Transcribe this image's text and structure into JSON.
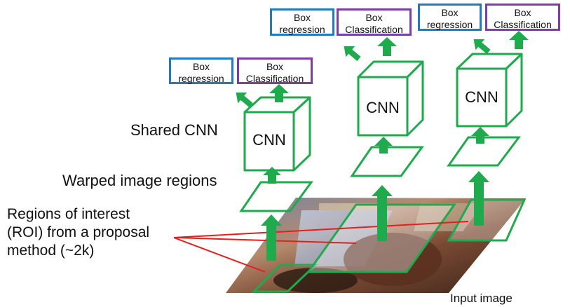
{
  "labels": {
    "shared_cnn": "Shared CNN",
    "warped_regions": "Warped image regions",
    "roi_line1": "Regions of interest",
    "roi_line2": "(ROI) from a proposal",
    "roi_line3": "method (~2k)",
    "input_image": "Input image"
  },
  "cnn_label": "CNN",
  "heads": {
    "box_regression": [
      "Box",
      "regression"
    ],
    "box_classification": [
      "Box",
      "Classification"
    ]
  },
  "colors": {
    "green": "#1faa4d",
    "blue": "#1f7cc1",
    "purple": "#7a3ea8",
    "red": "#e61e1e",
    "photo_background": "#a06a4a"
  }
}
